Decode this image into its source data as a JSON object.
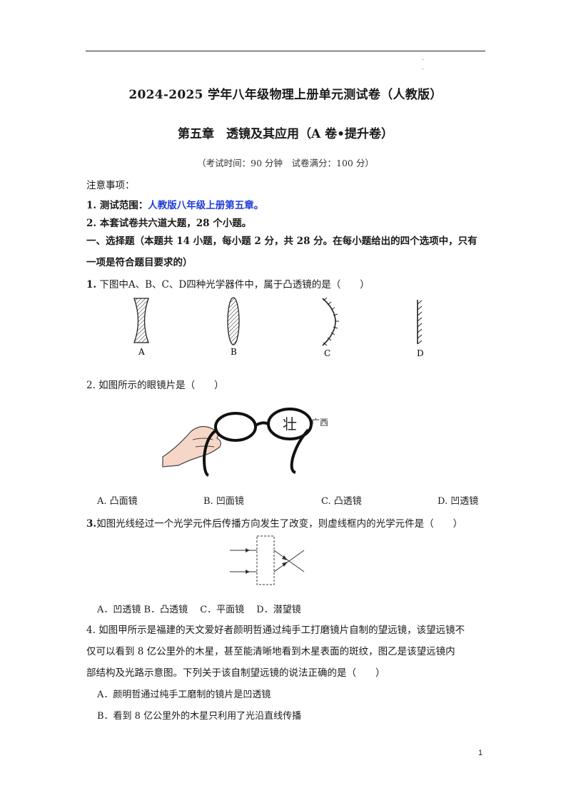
{
  "header": {
    "title": "2024-2025 学年八年级物理上册单元测试卷（人教版）",
    "subtitle": "第五章　透镜及其应用（A 卷•提升卷）",
    "exam_info": "（考试时间：90 分钟　试卷满分：100 分）"
  },
  "notes": {
    "heading": "注意事项：",
    "item1_prefix": "1. 测试范围：",
    "item1_scope": "人教版八年级上册第五章。",
    "item2": "2. 本套试卷共六道大题，28 个小题。"
  },
  "section1": {
    "line1": "一、选择题（本题共 14 小题，每小题 2 分，共 28 分。在每小题给出的四个选项中，只有",
    "line2": "一项是符合题目要求的）"
  },
  "q1": {
    "number": "1.",
    "text": "下图中A、B、C、D四种光学器件中，属于凸透镜的是（　　）",
    "figure_labels": [
      "A",
      "B",
      "C",
      "D"
    ]
  },
  "q2": {
    "text": "2. 如图所示的眼镜片是（　　）",
    "figure_text_char": "壮",
    "figure_text_rest": "广西",
    "options": [
      "A. 凸面镜",
      "B. 凹面镜",
      "C. 凸透镜",
      "D. 凹透镜"
    ]
  },
  "q3": {
    "number": "3.",
    "text": "如图光线经过一个光学元件后传播方向发生了改变，则虚线框内的光学元件是（　　）",
    "options_line": "A．凹透镜  B．凸透镜　 C．平面镜　 D．潜望镜"
  },
  "q4": {
    "line1": "4. 如图甲所示是福建的天文爱好者颜明哲通过纯手工打磨镜片自制的望远镜，该望远镜不",
    "line2": "仅可以看到 8 亿公里外的木星，甚至能清晰地看到木星表面的斑纹，图乙是该望远镜内",
    "line3": "部结构及光路示意图。下列关于该自制望远镜的说法正确的是（　　）",
    "optionA": "A．颜明哲通过纯手工磨制的镜片是凹透镜",
    "optionB": "B．看到 8 亿公里外的木星只利用了光沿直线传播"
  },
  "footer": {
    "page_number": "1"
  },
  "icons": {
    "q1_figure": "four-optical-elements-figure",
    "q2_figure": "hand-holding-glasses-figure",
    "q3_figure": "dashed-box-ray-diagram-figure"
  }
}
